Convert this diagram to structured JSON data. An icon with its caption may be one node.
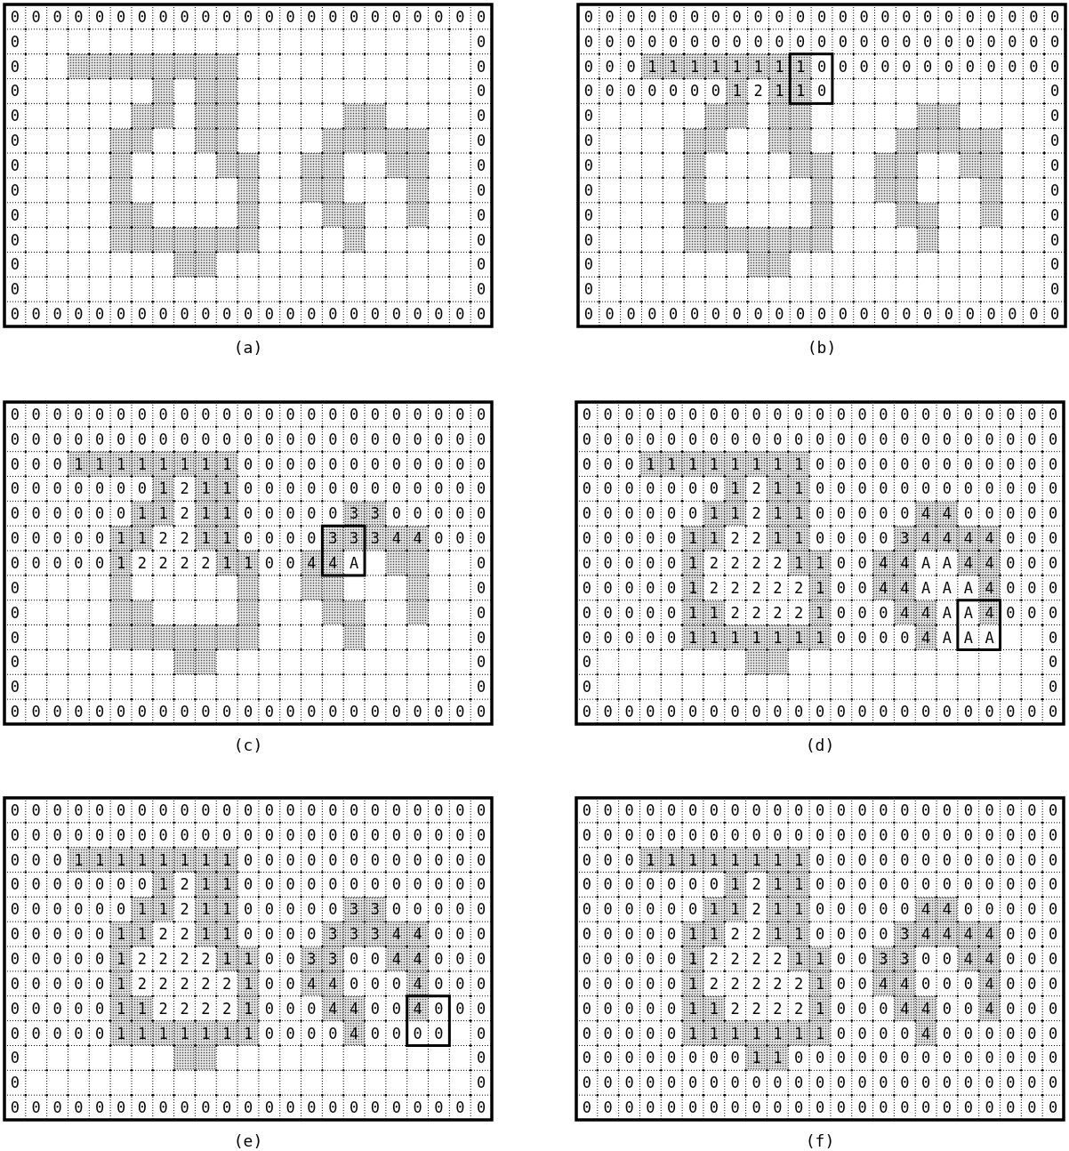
{
  "diagram": {
    "labels": [
      "0",
      "0",
      "0",
      "0",
      "0",
      "0",
      "0",
      "0",
      "0",
      "0",
      "0",
      "0",
      "0",
      "0",
      "0",
      "0",
      "0",
      "0",
      "0",
      "0",
      "0",
      "0",
      "0",
      "0",
      "0",
      "0",
      "0",
      "0",
      "0",
      "0",
      "0",
      "0",
      "0",
      "0",
      "0",
      "0",
      "0",
      "0",
      "0",
      "0",
      "0",
      "0",
      "0",
      "0",
      "0",
      "0",
      "0",
      "0",
      "0",
      "0",
      "0",
      "0",
      "0",
      "0",
      "0",
      "0",
      "0",
      "0",
      "0",
      "0",
      "0",
      "0",
      "0",
      "0",
      "0",
      "0",
      "0",
      "0",
      "(a)",
      "0",
      "0",
      "0",
      "0",
      "0",
      "0",
      "0",
      "0",
      "0",
      "0",
      "0",
      "0",
      "0",
      "0",
      "0",
      "0",
      "0",
      "0",
      "0",
      "0",
      "0",
      "0",
      "0",
      "0",
      "0",
      "0",
      "0",
      "0",
      "0",
      "0",
      "0",
      "0",
      "0",
      "0",
      "0",
      "0",
      "0",
      "0",
      "0",
      "0",
      "0",
      "0",
      "0",
      "0",
      "0",
      "0",
      "0",
      "0",
      "0",
      "1",
      "1",
      "1",
      "1",
      "1",
      "1",
      "1",
      "1",
      "0",
      "0",
      "0",
      "0",
      "0",
      "0",
      "0",
      "0",
      "0",
      "0",
      "0",
      "0",
      "0",
      "0",
      "0",
      "0",
      "0",
      "0",
      "0",
      "1",
      "2",
      "1",
      "1",
      "0",
      "0",
      "0",
      "0",
      "0",
      "0",
      "0",
      "0",
      "0",
      "0",
      "0",
      "0",
      "0",
      "0",
      "0",
      "0",
      "0",
      "0",
      "0",
      "0",
      "0",
      "0",
      "0",
      "0",
      "0",
      "0",
      "0",
      "0",
      "0",
      "0",
      "0",
      "0",
      "0",
      "0",
      "0",
      "0",
      "0",
      "0",
      "0",
      "0",
      "0",
      "(b)",
      "0",
      "0",
      "0",
      "0",
      "0",
      "0",
      "0",
      "0",
      "0",
      "0",
      "0",
      "0",
      "0",
      "0",
      "0",
      "0",
      "0",
      "0",
      "0",
      "0",
      "0",
      "0",
      "0",
      "0",
      "0",
      "0",
      "0",
      "0",
      "0",
      "0",
      "0",
      "0",
      "0",
      "0",
      "0",
      "0",
      "0",
      "0",
      "0",
      "0",
      "0",
      "0",
      "0",
      "0",
      "0",
      "0",
      "0",
      "0",
      "0",
      "1",
      "1",
      "1",
      "1",
      "1",
      "1",
      "1",
      "1",
      "0",
      "0",
      "0",
      "0",
      "0",
      "0",
      "0",
      "0",
      "0",
      "0",
      "0",
      "0",
      "0",
      "0",
      "0",
      "0",
      "0",
      "0",
      "0",
      "1",
      "2",
      "1",
      "1",
      "0",
      "0",
      "0",
      "0",
      "0",
      "0",
      "0",
      "0",
      "0",
      "0",
      "0",
      "0",
      "0",
      "0",
      "0",
      "0",
      "0",
      "0",
      "1",
      "1",
      "2",
      "1",
      "1",
      "0",
      "0",
      "0",
      "0",
      "0",
      "3",
      "3",
      "0",
      "0",
      "0",
      "0",
      "0",
      "0",
      "0",
      "0",
      "0",
      "0",
      "1",
      "1",
      "2",
      "2",
      "1",
      "1",
      "0",
      "0",
      "0",
      "0",
      "3",
      "3",
      "3",
      "4",
      "4",
      "0",
      "0",
      "0",
      "0",
      "0",
      "0",
      "0",
      "0",
      "1",
      "2",
      "2",
      "2",
      "2",
      "1",
      "1",
      "0",
      "0",
      "4",
      "4",
      "A",
      "0",
      "0",
      "0",
      "0",
      "0",
      "0",
      "0",
      "0",
      "0",
      "0",
      "0",
      "0",
      "0",
      "0",
      "0",
      "0",
      "0",
      "0",
      "0",
      "0",
      "0",
      "0",
      "0",
      "0",
      "0",
      "0",
      "0",
      "0",
      "0",
      "0",
      "0",
      "0",
      "0",
      "0",
      "(c)",
      "0",
      "0",
      "0",
      "0",
      "0",
      "0",
      "0",
      "0",
      "0",
      "0",
      "0",
      "0",
      "0",
      "0",
      "0",
      "0",
      "0",
      "0",
      "0",
      "0",
      "0",
      "0",
      "0",
      "0",
      "0",
      "0",
      "0",
      "0",
      "0",
      "0",
      "0",
      "0",
      "0",
      "0",
      "0",
      "0",
      "0",
      "0",
      "0",
      "0",
      "0",
      "0",
      "0",
      "0",
      "0",
      "0",
      "0",
      "0",
      "0",
      "1",
      "1",
      "1",
      "1",
      "1",
      "1",
      "1",
      "1",
      "0",
      "0",
      "0",
      "0",
      "0",
      "0",
      "0",
      "0",
      "0",
      "0",
      "0",
      "0",
      "0",
      "0",
      "0",
      "0",
      "0",
      "0",
      "0",
      "1",
      "2",
      "1",
      "1",
      "0",
      "0",
      "0",
      "0",
      "0",
      "0",
      "0",
      "0",
      "0",
      "0",
      "0",
      "0",
      "0",
      "0",
      "0",
      "0",
      "0",
      "0",
      "1",
      "1",
      "2",
      "1",
      "1",
      "0",
      "0",
      "0",
      "0",
      "0",
      "4",
      "4",
      "0",
      "0",
      "0",
      "0",
      "0",
      "0",
      "0",
      "0",
      "0",
      "0",
      "1",
      "1",
      "2",
      "2",
      "1",
      "1",
      "0",
      "0",
      "0",
      "0",
      "3",
      "4",
      "4",
      "4",
      "4",
      "0",
      "0",
      "0",
      "0",
      "0",
      "0",
      "0",
      "0",
      "1",
      "2",
      "2",
      "2",
      "2",
      "1",
      "1",
      "0",
      "0",
      "4",
      "4",
      "A",
      "A",
      "4",
      "4",
      "0",
      "0",
      "0",
      "0",
      "0",
      "0",
      "0",
      "0",
      "1",
      "2",
      "2",
      "2",
      "2",
      "2",
      "1",
      "0",
      "0",
      "4",
      "4",
      "A",
      "A",
      "A",
      "4",
      "0",
      "0",
      "0",
      "0",
      "0",
      "0",
      "0",
      "0",
      "1",
      "1",
      "2",
      "2",
      "2",
      "2",
      "1",
      "0",
      "0",
      "0",
      "4",
      "4",
      "A",
      "A",
      "4",
      "0",
      "0",
      "0",
      "0",
      "0",
      "0",
      "0",
      "0",
      "1",
      "1",
      "1",
      "1",
      "1",
      "1",
      "1",
      "0",
      "0",
      "0",
      "0",
      "4",
      "A",
      "A",
      "A",
      "0",
      "0",
      "0",
      "0",
      "0",
      "0",
      "0",
      "0",
      "0",
      "0",
      "0",
      "0",
      "0",
      "0",
      "0",
      "0",
      "0",
      "0",
      "0",
      "0",
      "0",
      "0",
      "0",
      "0",
      "0",
      "0",
      "0",
      "0",
      "(d)",
      "0",
      "0",
      "0",
      "0",
      "0",
      "0",
      "0",
      "0",
      "0",
      "0",
      "0",
      "0",
      "0",
      "0",
      "0",
      "0",
      "0",
      "0",
      "0",
      "0",
      "0",
      "0",
      "0",
      "0",
      "0",
      "0",
      "0",
      "0",
      "0",
      "0",
      "0",
      "0",
      "0",
      "0",
      "0",
      "0",
      "0",
      "0",
      "0",
      "0",
      "0",
      "0",
      "0",
      "0",
      "0",
      "0",
      "0",
      "0",
      "0",
      "1",
      "1",
      "1",
      "1",
      "1",
      "1",
      "1",
      "1",
      "0",
      "0",
      "0",
      "0",
      "0",
      "0",
      "0",
      "0",
      "0",
      "0",
      "0",
      "0",
      "0",
      "0",
      "0",
      "0",
      "0",
      "0",
      "0",
      "1",
      "2",
      "1",
      "1",
      "0",
      "0",
      "0",
      "0",
      "0",
      "0",
      "0",
      "0",
      "0",
      "0",
      "0",
      "0",
      "0",
      "0",
      "0",
      "0",
      "0",
      "0",
      "1",
      "1",
      "2",
      "1",
      "1",
      "0",
      "0",
      "0",
      "0",
      "0",
      "3",
      "3",
      "0",
      "0",
      "0",
      "0",
      "0",
      "0",
      "0",
      "0",
      "0",
      "0",
      "1",
      "1",
      "2",
      "2",
      "1",
      "1",
      "0",
      "0",
      "0",
      "0",
      "3",
      "3",
      "3",
      "4",
      "4",
      "0",
      "0",
      "0",
      "0",
      "0",
      "0",
      "0",
      "0",
      "1",
      "2",
      "2",
      "2",
      "2",
      "1",
      "1",
      "0",
      "0",
      "3",
      "3",
      "0",
      "0",
      "4",
      "4",
      "0",
      "0",
      "0",
      "0",
      "0",
      "0",
      "0",
      "0",
      "1",
      "2",
      "2",
      "2",
      "2",
      "2",
      "1",
      "0",
      "0",
      "4",
      "4",
      "0",
      "0",
      "0",
      "4",
      "0",
      "0",
      "0",
      "0",
      "0",
      "0",
      "0",
      "0",
      "1",
      "1",
      "2",
      "2",
      "2",
      "2",
      "1",
      "0",
      "0",
      "0",
      "4",
      "4",
      "0",
      "0",
      "4",
      "0",
      "0",
      "0",
      "0",
      "0",
      "0",
      "0",
      "0",
      "1",
      "1",
      "1",
      "1",
      "1",
      "1",
      "1",
      "0",
      "0",
      "0",
      "0",
      "4",
      "0",
      "0",
      "0",
      "0",
      "0",
      "0",
      "0",
      "0",
      "0",
      "0",
      "0",
      "0",
      "0",
      "0",
      "0",
      "0",
      "0",
      "0",
      "0",
      "0",
      "0",
      "0",
      "0",
      "0",
      "0",
      "0",
      "0",
      "0",
      "0",
      "0",
      "0",
      "0",
      "(e)",
      "0",
      "0",
      "0",
      "0",
      "0",
      "0",
      "0",
      "0",
      "0",
      "0",
      "0",
      "0",
      "0",
      "0",
      "0",
      "0",
      "0",
      "0",
      "0",
      "0",
      "0",
      "0",
      "0",
      "0",
      "0",
      "0",
      "0",
      "0",
      "0",
      "0",
      "0",
      "0",
      "0",
      "0",
      "0",
      "0",
      "0",
      "0",
      "0",
      "0",
      "0",
      "0",
      "0",
      "0",
      "0",
      "0",
      "0",
      "0",
      "0",
      "1",
      "1",
      "1",
      "1",
      "1",
      "1",
      "1",
      "1",
      "0",
      "0",
      "0",
      "0",
      "0",
      "0",
      "0",
      "0",
      "0",
      "0",
      "0",
      "0",
      "0",
      "0",
      "0",
      "0",
      "0",
      "0",
      "0",
      "1",
      "2",
      "1",
      "1",
      "0",
      "0",
      "0",
      "0",
      "0",
      "0",
      "0",
      "0",
      "0",
      "0",
      "0",
      "0",
      "0",
      "0",
      "0",
      "0",
      "0",
      "0",
      "1",
      "1",
      "2",
      "1",
      "1",
      "0",
      "0",
      "0",
      "0",
      "0",
      "4",
      "4",
      "0",
      "0",
      "0",
      "0",
      "0",
      "0",
      "0",
      "0",
      "0",
      "0",
      "1",
      "1",
      "2",
      "2",
      "1",
      "1",
      "0",
      "0",
      "0",
      "0",
      "3",
      "4",
      "4",
      "4",
      "4",
      "0",
      "0",
      "0",
      "0",
      "0",
      "0",
      "0",
      "0",
      "1",
      "2",
      "2",
      "2",
      "2",
      "1",
      "1",
      "0",
      "0",
      "3",
      "3",
      "0",
      "0",
      "4",
      "4",
      "0",
      "0",
      "0",
      "0",
      "0",
      "0",
      "0",
      "0",
      "1",
      "2",
      "2",
      "2",
      "2",
      "2",
      "1",
      "0",
      "0",
      "4",
      "4",
      "0",
      "0",
      "0",
      "4",
      "0",
      "0",
      "0",
      "0",
      "0",
      "0",
      "0",
      "0",
      "1",
      "1",
      "2",
      "2",
      "2",
      "2",
      "1",
      "0",
      "0",
      "0",
      "4",
      "4",
      "0",
      "0",
      "4",
      "0",
      "0",
      "0",
      "0",
      "0",
      "0",
      "0",
      "0",
      "1",
      "1",
      "1",
      "1",
      "1",
      "1",
      "1",
      "0",
      "0",
      "0",
      "0",
      "4",
      "0",
      "0",
      "0",
      "0",
      "0",
      "0",
      "0",
      "0",
      "0",
      "0",
      "0",
      "0",
      "0",
      "0",
      "1",
      "1",
      "0",
      "0",
      "0",
      "0",
      "0",
      "0",
      "0",
      "0",
      "0",
      "0",
      "0",
      "0",
      "0",
      "0",
      "0",
      "0",
      "0",
      "0",
      "0",
      "0",
      "0",
      "0",
      "0",
      "0",
      "0",
      "0",
      "0",
      "0",
      "0",
      "0",
      "0",
      "0",
      "0",
      "0",
      "0",
      "0",
      "0",
      "0",
      "0",
      "0",
      "0",
      "0",
      "0",
      "0",
      "0",
      "0",
      "0",
      "0",
      "0",
      "0",
      "0",
      "0",
      "0",
      "0",
      "0",
      "0",
      "0",
      "0",
      "0",
      "(f)"
    ]
  }
}
